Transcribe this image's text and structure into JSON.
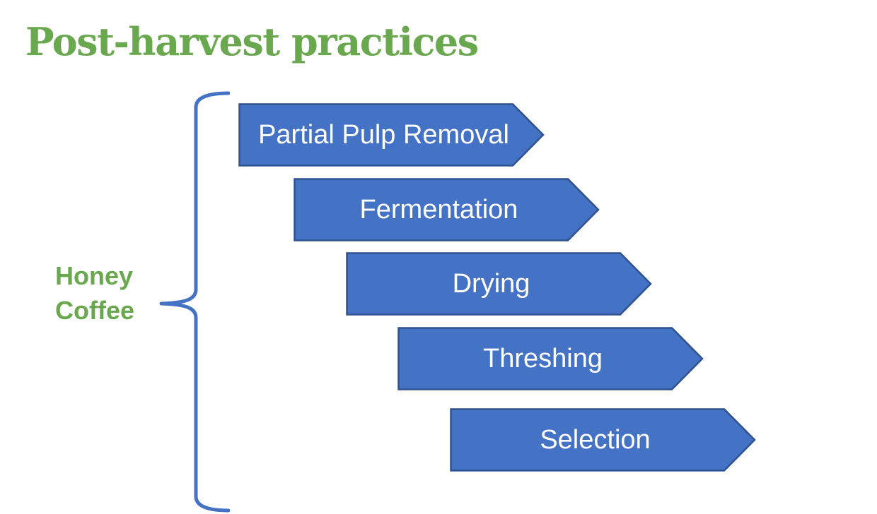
{
  "slide": {
    "title": "Post-harvest practices",
    "group_label": "Honey\nCoffee"
  },
  "steps": [
    {
      "label": "Partial Pulp Removal"
    },
    {
      "label": "Fermentation"
    },
    {
      "label": "Drying"
    },
    {
      "label": "Threshing"
    },
    {
      "label": "Selection"
    }
  ],
  "colors": {
    "title_green": "#6AA84F",
    "arrow_fill": "#4472C4",
    "arrow_border": "#2F528F",
    "brace_blue": "#4472C4",
    "step_text": "#FFFFFF",
    "background": "#FFFFFF"
  }
}
